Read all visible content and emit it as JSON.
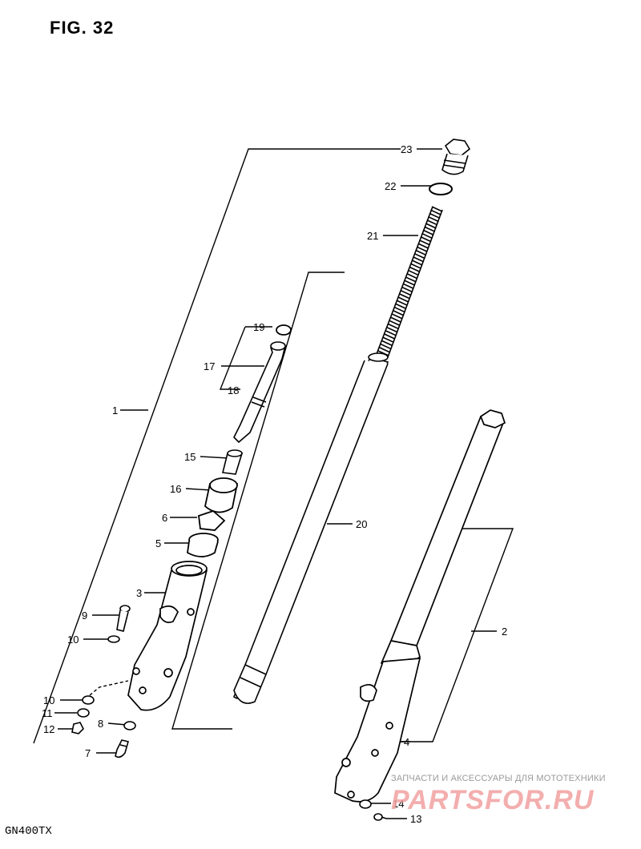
{
  "figure": {
    "title": "FIG. 32",
    "model": "GN400TX"
  },
  "watermark": {
    "line1": "ЗАПЧАСТИ И АКСЕССУАРЫ ДЛЯ МОТОТЕХНИКИ",
    "logo": "PARTSFOR.RU"
  },
  "callouts": {
    "p1": "1",
    "p2": "2",
    "p3": "3",
    "p4": "4",
    "p5": "5",
    "p6": "6",
    "p7": "7",
    "p8": "8",
    "p9": "9",
    "p10a": "10",
    "p10b": "10",
    "p11": "11",
    "p12": "12",
    "p13": "13",
    "p14": "14",
    "p15": "15",
    "p16": "16",
    "p17": "17",
    "p18": "18",
    "p19": "19",
    "p20": "20",
    "p21": "21",
    "p22": "22",
    "p23": "23"
  }
}
